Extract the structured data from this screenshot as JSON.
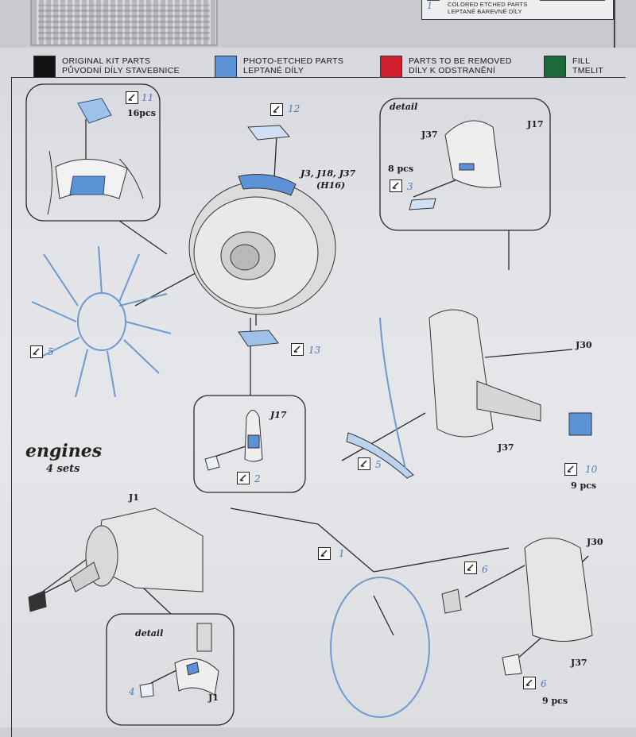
{
  "header": {
    "colored_num": "1",
    "colored_line1": "COLORED ETCHED PARTS",
    "colored_line2": "LEPTANÉ BAREVNÉ DÍLY"
  },
  "legend": [
    {
      "color": "#121212",
      "line1": "ORIGINAL KIT PARTS",
      "line2": "PŮVODNÍ DÍLY STAVEBNICE"
    },
    {
      "color": "#5b93d6",
      "line1": "PHOTO-ETCHED PARTS",
      "line2": "LEPTANÉ DÍLY"
    },
    {
      "color": "#d21f2e",
      "line1": "PARTS TO BE REMOVED",
      "line2": "DÍLY K ODSTRANĚNÍ"
    },
    {
      "color": "#1c6a3a",
      "line1": "FILL",
      "line2": "TMELIT"
    }
  ],
  "title": {
    "main": "engines",
    "sub": "4 sets"
  },
  "steps": {
    "s11": "11",
    "s11_pcs": "16pcs",
    "s12": "12",
    "s3": "3",
    "s3_pcs": "8 pcs",
    "detail_top": "detail",
    "s5a": "5",
    "s13": "13",
    "s2": "2",
    "s5b": "5",
    "s10": "10",
    "s10_pcs": "9 pcs",
    "s1": "1",
    "s6a": "6",
    "s6b": "6",
    "s6_pcs": "9 pcs",
    "s4": "4",
    "detail_bottom": "detail"
  },
  "labels": {
    "j17_top": "J17",
    "j37_top": "J37",
    "parts_main": "J3, J18, J37",
    "parts_alt": "(H16)",
    "j17_mid": "J17",
    "j30_a": "J30",
    "j37_a": "J37",
    "j1_top": "J1",
    "j30_b": "J30",
    "j37_b": "J37",
    "j1_bottom": "J1"
  }
}
